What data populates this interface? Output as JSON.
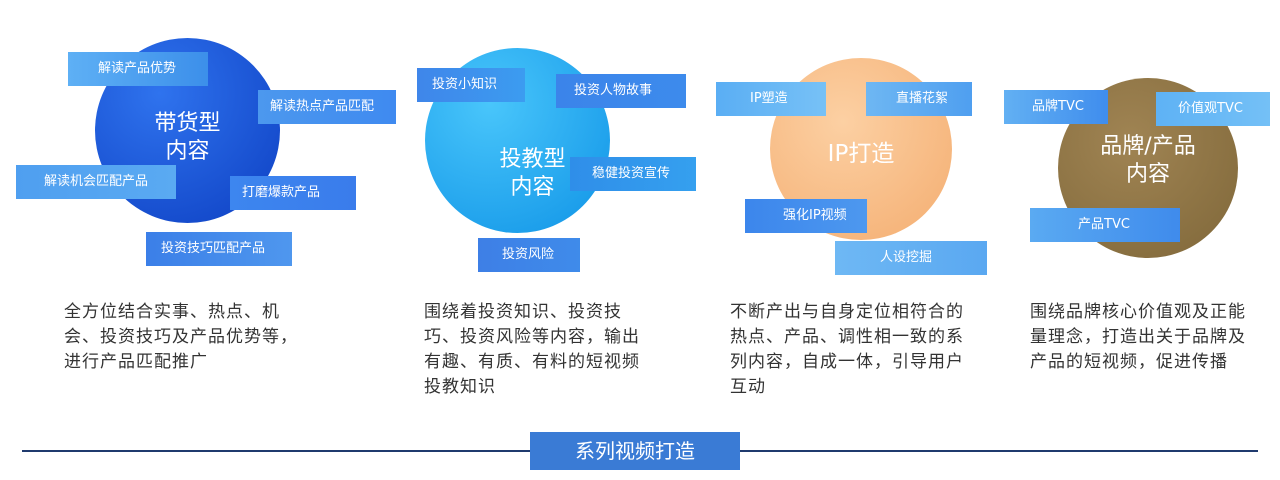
{
  "panels": [
    {
      "title": "带货型\n内容",
      "tags": [
        "解读产品优势",
        "解读热点产品匹配",
        "解读机会匹配产品",
        "打磨爆款产品",
        "投资技巧匹配产品"
      ],
      "description": "全方位结合实事、热点、机会、投资技巧及产品优势等，进行产品匹配推广"
    },
    {
      "title": "投教型\n内容",
      "tags": [
        "投资小知识",
        "投资人物故事",
        "稳健投资宣传",
        "投资风险"
      ],
      "description": "围绕着投资知识、投资技巧、投资风险等内容，输出有趣、有质、有料的短视频投教知识"
    },
    {
      "title": "IP打造",
      "tags": [
        "IP塑造",
        "直播花絮",
        "强化IP视频",
        "人设挖掘"
      ],
      "description": "不断产出与自身定位相符合的热点、产品、调性相一致的系列内容，自成一体，引导用户互动"
    },
    {
      "title": "品牌/产品\n内容",
      "tags": [
        "品牌TVC",
        "价值观TVC",
        "产品TVC"
      ],
      "description": "围绕品牌核心价值观及正能量理念，打造出关于品牌及产品的短视频，促进传播"
    }
  ],
  "footer": {
    "label": "系列视频打造"
  },
  "colors": {
    "blue_dark": "#1a56d6",
    "blue_light": "#22a8f0",
    "peach": "#f6b882",
    "bronze": "#8e7547",
    "footer_bg": "#3a7bd5"
  }
}
